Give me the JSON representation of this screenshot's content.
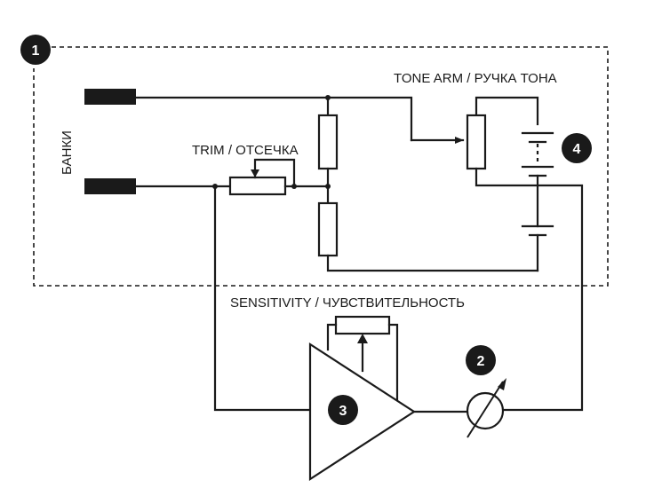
{
  "labels": {
    "tone_arm": "TONE ARM / РУЧКА ТОНА",
    "banks": "БАНКИ",
    "trim": "TRIM / ОТСЕЧКА",
    "sensitivity": "SENSITIVITY / ЧУВСТВИТЕЛЬНОСТЬ"
  },
  "badges": {
    "one": "1",
    "two": "2",
    "three": "3",
    "four": "4"
  },
  "colors": {
    "ink": "#1a1a1a",
    "badge_fill": "#1a1a1a",
    "background": "#ffffff"
  },
  "icons": {
    "meter": "meter-icon",
    "amplifier": "amplifier-icon",
    "battery": "battery-icon",
    "electrode": "electrode-icon"
  }
}
